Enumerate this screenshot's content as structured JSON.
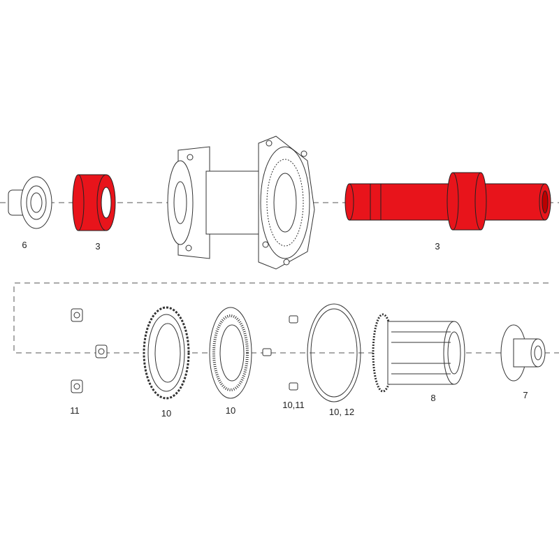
{
  "colors": {
    "highlight": "#e8141b",
    "line": "#333333",
    "axis": "#555555"
  },
  "upper_row": {
    "parts": [
      {
        "id": "end-cap-left",
        "callout": "6"
      },
      {
        "id": "bearing",
        "callout": "3",
        "highlighted": true
      },
      {
        "id": "hub-shell",
        "callout": ""
      },
      {
        "id": "axle-with-bearing",
        "callout": "3",
        "highlighted": true
      }
    ]
  },
  "lower_row": {
    "parts": [
      {
        "id": "nuts",
        "callout": "11"
      },
      {
        "id": "ratchet-ring",
        "callout": "10"
      },
      {
        "id": "needle-bearing-ring",
        "callout": "10"
      },
      {
        "id": "pins",
        "callout": "10,11"
      },
      {
        "id": "seal-ring",
        "callout": "10, 12"
      },
      {
        "id": "freehub-body",
        "callout": "8"
      },
      {
        "id": "end-cap-right",
        "callout": "7"
      }
    ]
  }
}
